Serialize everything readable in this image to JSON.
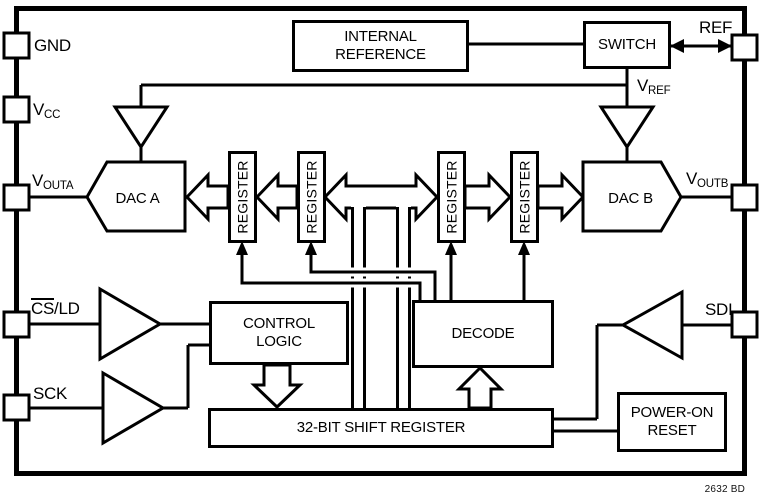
{
  "diagram": {
    "figure_label": "2632 BD",
    "blocks": {
      "internal_reference": {
        "line1": "INTERNAL",
        "line2": "REFERENCE"
      },
      "switch": "SWITCH",
      "dac_a": "DAC A",
      "dac_b": "DAC B",
      "registers": [
        "REGISTER",
        "REGISTER",
        "REGISTER",
        "REGISTER"
      ],
      "control_logic": {
        "line1": "CONTROL",
        "line2": "LOGIC"
      },
      "decode": "DECODE",
      "shift_register": "32-BIT SHIFT REGISTER",
      "power_on_reset": {
        "line1": "POWER-ON",
        "line2": "RESET"
      }
    },
    "pins": {
      "gnd": "GND",
      "vcc": {
        "base": "V",
        "sub": "CC"
      },
      "vouta": {
        "base": "V",
        "sub": "OUTA"
      },
      "csld": {
        "overline": "CS",
        "rest": "/LD"
      },
      "sck": "SCK",
      "ref": "REF",
      "voutb": {
        "base": "V",
        "sub": "OUTB"
      },
      "sdi": "SDI"
    },
    "nets": {
      "vref": {
        "base": "V",
        "sub": "REF"
      }
    },
    "colors": {
      "line": "#000000",
      "background": "#ffffff"
    }
  }
}
